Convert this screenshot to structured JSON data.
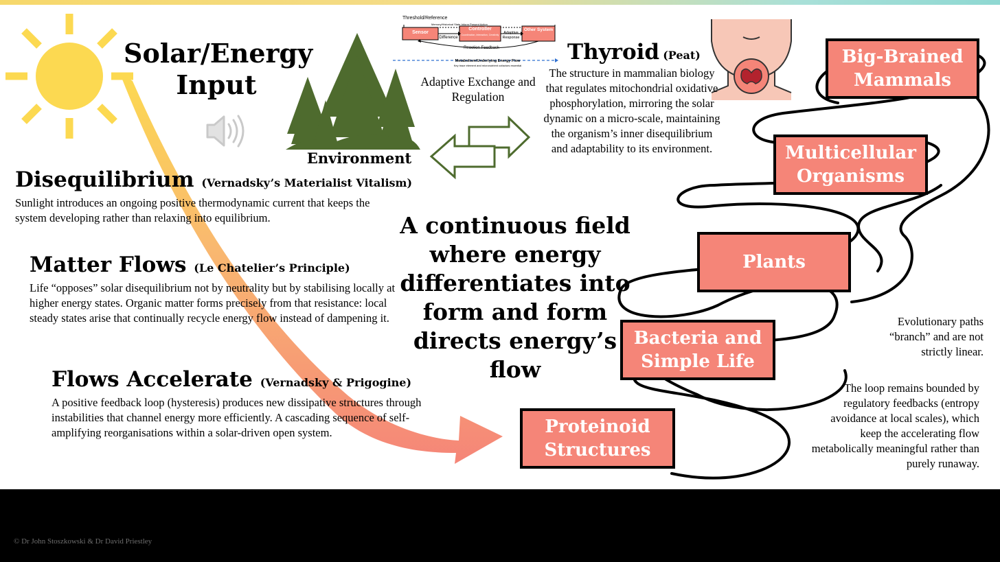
{
  "colors": {
    "accent_salmon": "#f58578",
    "tree_green": "#4e6b2e",
    "sun_yellow": "#fcd951",
    "arrow_green": "#4e6b2e",
    "footer": "#000000"
  },
  "sun": {
    "icon": "sun-icon"
  },
  "speaker": {
    "icon": "speaker-icon"
  },
  "solar_title": "Solar/Energy Input",
  "diagram": {
    "threshold": "Threshold/Reference",
    "memory": "Memory/Historical State Inform Present Action",
    "sensor": "Sensor",
    "controller": "Controller",
    "controller_sub": "Coordination, Interaction, Creativity",
    "other_system": "Other System",
    "difference": "Difference",
    "adaptive_response": "Adaptive Response",
    "reaction_feedback": "Reaction Feedback",
    "metabolism": "Metabolism/Underlying Energy Flow",
    "metabolism_sub": "Key trace element and micronutrient cofactors essential",
    "caption": "Adaptive Exchange and Regulation"
  },
  "environment": {
    "label": "Environment",
    "icon": "tree-icon"
  },
  "exchange": {
    "icon": "double-arrow-icon"
  },
  "thyroid": {
    "title": "Thyroid",
    "source": "(Peat)",
    "icon": "thyroid-icon",
    "text": "The structure in mammalian biology that regulates mitochondrial oxidative phosphorylation, mirroring the solar dynamic on a micro-scale, maintaining the organism’s inner disequilibrium and adaptability to its environment."
  },
  "sections": [
    {
      "title": "Disequilibrium",
      "source": "(Vernadsky’s Materialist Vitalism)",
      "text": "Sunlight introduces an ongoing positive thermodynamic current that keeps the system developing rather than relaxing into equilibrium."
    },
    {
      "title": "Matter Flows",
      "source": "(Le Chatelier’s Principle)",
      "text": "Life “opposes” solar disequilibrium not by neutrality but by stabilising locally at higher energy states. Organic matter forms precisely from that resistance: local steady states arise that continually recycle energy flow instead of dampening it."
    },
    {
      "title": "Flows Accelerate",
      "source": "(Vernadsky & Prigogine)",
      "text": "A positive feedback loop (hysteresis) produces new dissipative structures through instabilities that channel energy more efficiently. A cascading sequence of self-amplifying reorganisations within a solar-driven open system."
    }
  ],
  "central_statement": "A continuous field where energy differentiates into form and form directs energy’s flow",
  "stages": [
    {
      "label": "Big-Brained Mammals"
    },
    {
      "label": "Multicellular Organisms"
    },
    {
      "label": "Plants"
    },
    {
      "label": "Bacteria and Simple Life"
    },
    {
      "label": "Proteinoid Structures"
    }
  ],
  "notes": {
    "evolution": "Evolutionary paths “branch” and are not strictly linear.",
    "loop": "The loop remains bounded by regulatory feedbacks (entropy avoidance at local scales), which keep the accelerating flow metabolically meaningful rather than purely runaway."
  },
  "footer": {
    "copyright": "© Dr John Stoszkowski & Dr David Priestley",
    "logo": "s-logo-icon"
  }
}
